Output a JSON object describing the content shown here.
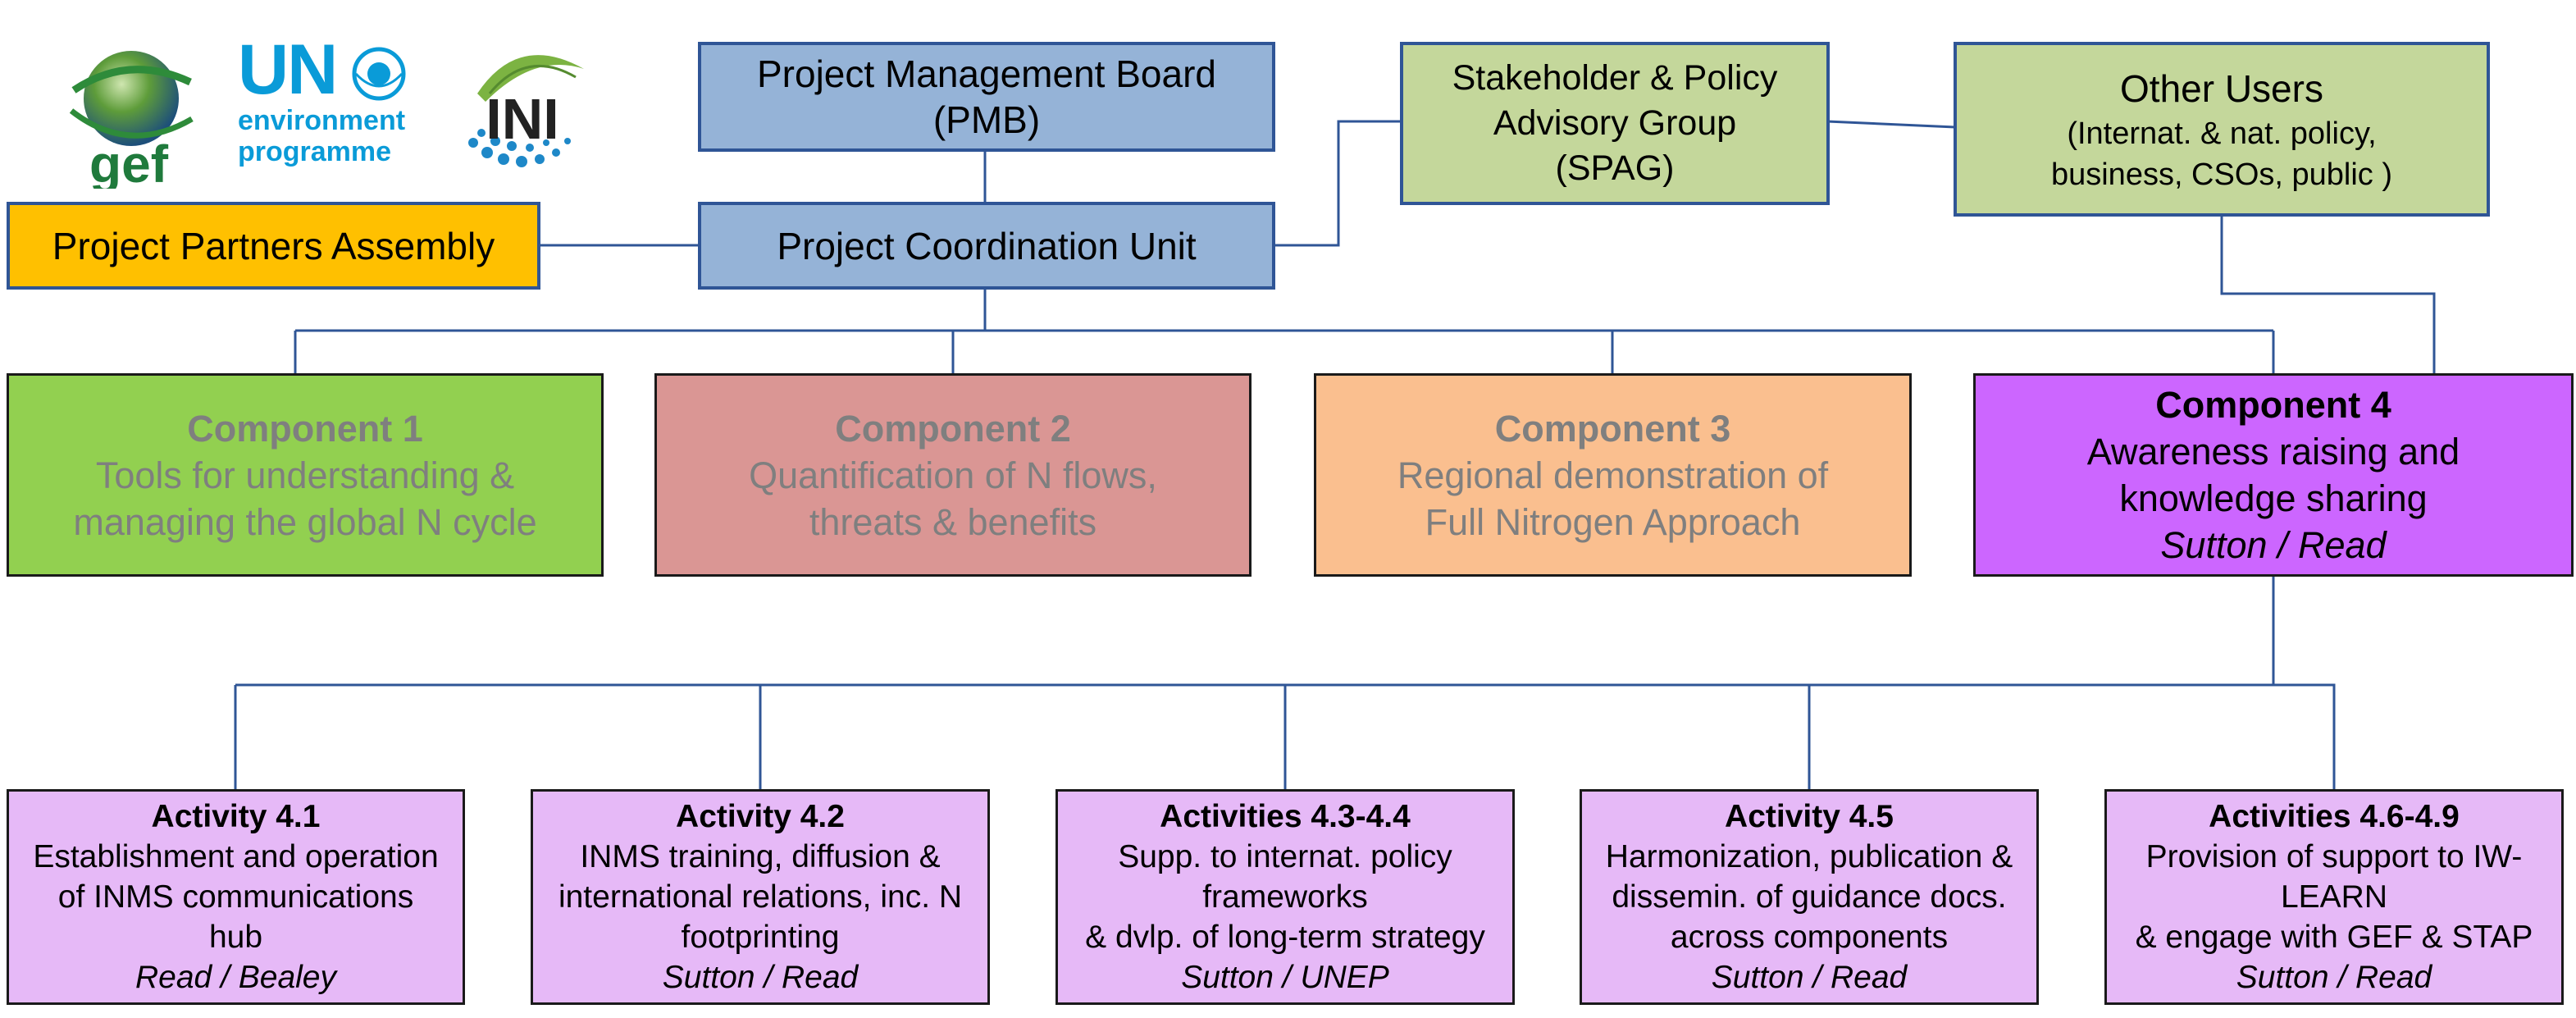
{
  "logos": {
    "gef": "gef",
    "un_top": "UN",
    "un_line2": "environment",
    "un_line3": "programme",
    "ini": "INI"
  },
  "colors": {
    "line": "#2f5596",
    "management": "#95b3d7",
    "stakeholder": "#c4d79b",
    "partners": "#ffc000",
    "component1": "#92d050",
    "component2": "#da9694",
    "component3": "#fabf8f",
    "component4": "#cc66ff",
    "activity": "#e6b9f7"
  },
  "governance": {
    "pmb": {
      "line1": "Project Management Board",
      "line2": "(PMB)"
    },
    "pcu": {
      "label": "Project Coordination Unit"
    },
    "ppa": {
      "label": "Project Partners Assembly"
    },
    "spag": {
      "line1": "Stakeholder & Policy",
      "line2": "Advisory Group",
      "line3": "(SPAG)"
    },
    "other_users": {
      "title": "Other Users",
      "line2": "(Internat. & nat. policy,",
      "line3": "business, CSOs, public )"
    }
  },
  "components": [
    {
      "title": "Component 1",
      "line1": "Tools for understanding &",
      "line2": "managing the global N cycle"
    },
    {
      "title": "Component 2",
      "line1": "Quantification of N flows,",
      "line2": "threats & benefits"
    },
    {
      "title": "Component 3",
      "line1": "Regional demonstration  of",
      "line2": "Full Nitrogen Approach"
    },
    {
      "title": "Component 4",
      "line1": "Awareness raising and",
      "line2": "knowledge sharing",
      "lead": "Sutton / Read"
    }
  ],
  "activities": [
    {
      "title": "Activity 4.1",
      "lines": [
        "Establishment and operation",
        "of INMS communications",
        "hub"
      ],
      "lead": "Read / Bealey"
    },
    {
      "title": "Activity 4.2",
      "lines": [
        "INMS training, diffusion &",
        "international relations, inc. N",
        "footprinting"
      ],
      "lead": "Sutton / Read"
    },
    {
      "title": "Activities 4.3-4.4",
      "lines": [
        "Supp. to internat. policy",
        "frameworks",
        "& dvlp. of long-term strategy"
      ],
      "lead": "Sutton / UNEP"
    },
    {
      "title": "Activity 4.5",
      "lines": [
        "Harmonization, publication &",
        "dissemin. of guidance docs.",
        "across components"
      ],
      "lead": "Sutton / Read"
    },
    {
      "title": "Activities 4.6-4.9",
      "lines": [
        "Provision of support to IW-",
        "LEARN",
        "& engage with GEF & STAP"
      ],
      "lead": "Sutton / Read"
    }
  ]
}
